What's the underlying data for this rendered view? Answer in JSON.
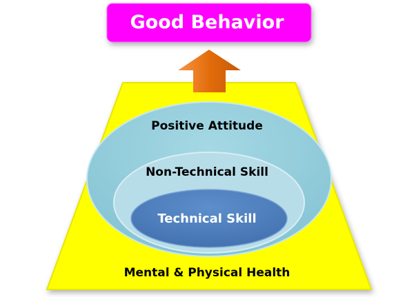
{
  "title": "Good Behavior",
  "layers": {
    "outer": "Positive Attitude",
    "middle": "Non-Technical Skill",
    "inner": "Technical Skill",
    "base": "Mental & Physical Health"
  },
  "colors": {
    "title_box": "#ff00ff",
    "arrow": "#e36c0a",
    "base": "#ffff00",
    "outer": "#92cddc",
    "middle": "#b7dde8",
    "inner": "#4f81bd"
  }
}
